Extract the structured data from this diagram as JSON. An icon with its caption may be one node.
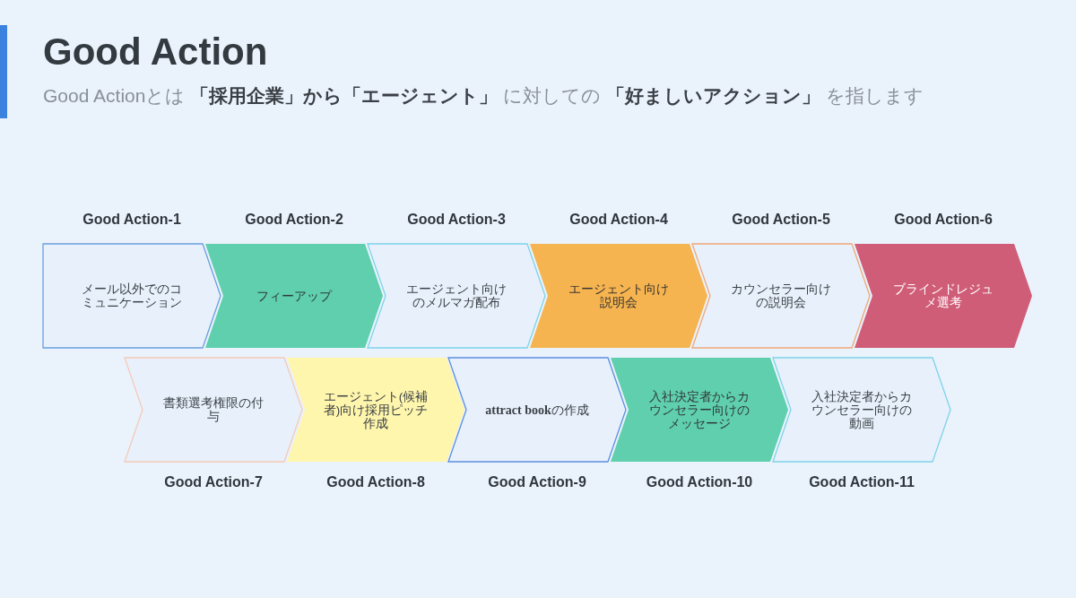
{
  "diagram": {
    "title": "Good Action",
    "nodes": [
      {
        "text": [
          "Good Action-1",
          "メール以外でのコミュニケーション"
        ]
      },
      {
        "text": [
          "Good Action-2",
          "フィーアップ"
        ]
      },
      {
        "text": [
          "Good Action-3",
          "エージェント向けのメルマガ配布"
        ]
      },
      {
        "text": [
          "Good Action-4",
          "エージェント向け説明会"
        ]
      },
      {
        "text": [
          "Good Action-5",
          "カウンセラー向けの説明会"
        ]
      },
      {
        "text": [
          "Good Action-6",
          "ブラインドレジュメ選考"
        ]
      },
      {
        "text": [
          "書類選考権限の付与",
          "Good Action-7"
        ]
      },
      {
        "text": [
          "エージェント(候補者)向け採用ピッチ作成",
          "Good Action-8"
        ]
      },
      {
        "text": [
          "**attract book**の作成",
          "Good Action-9"
        ]
      },
      {
        "text": [
          "入社決定者からカウンセラー向けのメッセージ",
          "Good Action-10"
        ]
      },
      {
        "text": [
          "入社決定者からカウンセラー向けの動画",
          "Good Action-11"
        ]
      }
    ],
    "labels": [
      "Good Actionとは **「採用企業」から「エージェント」** に対しての **「好ましいアクション」** を指します"
    ]
  }
}
